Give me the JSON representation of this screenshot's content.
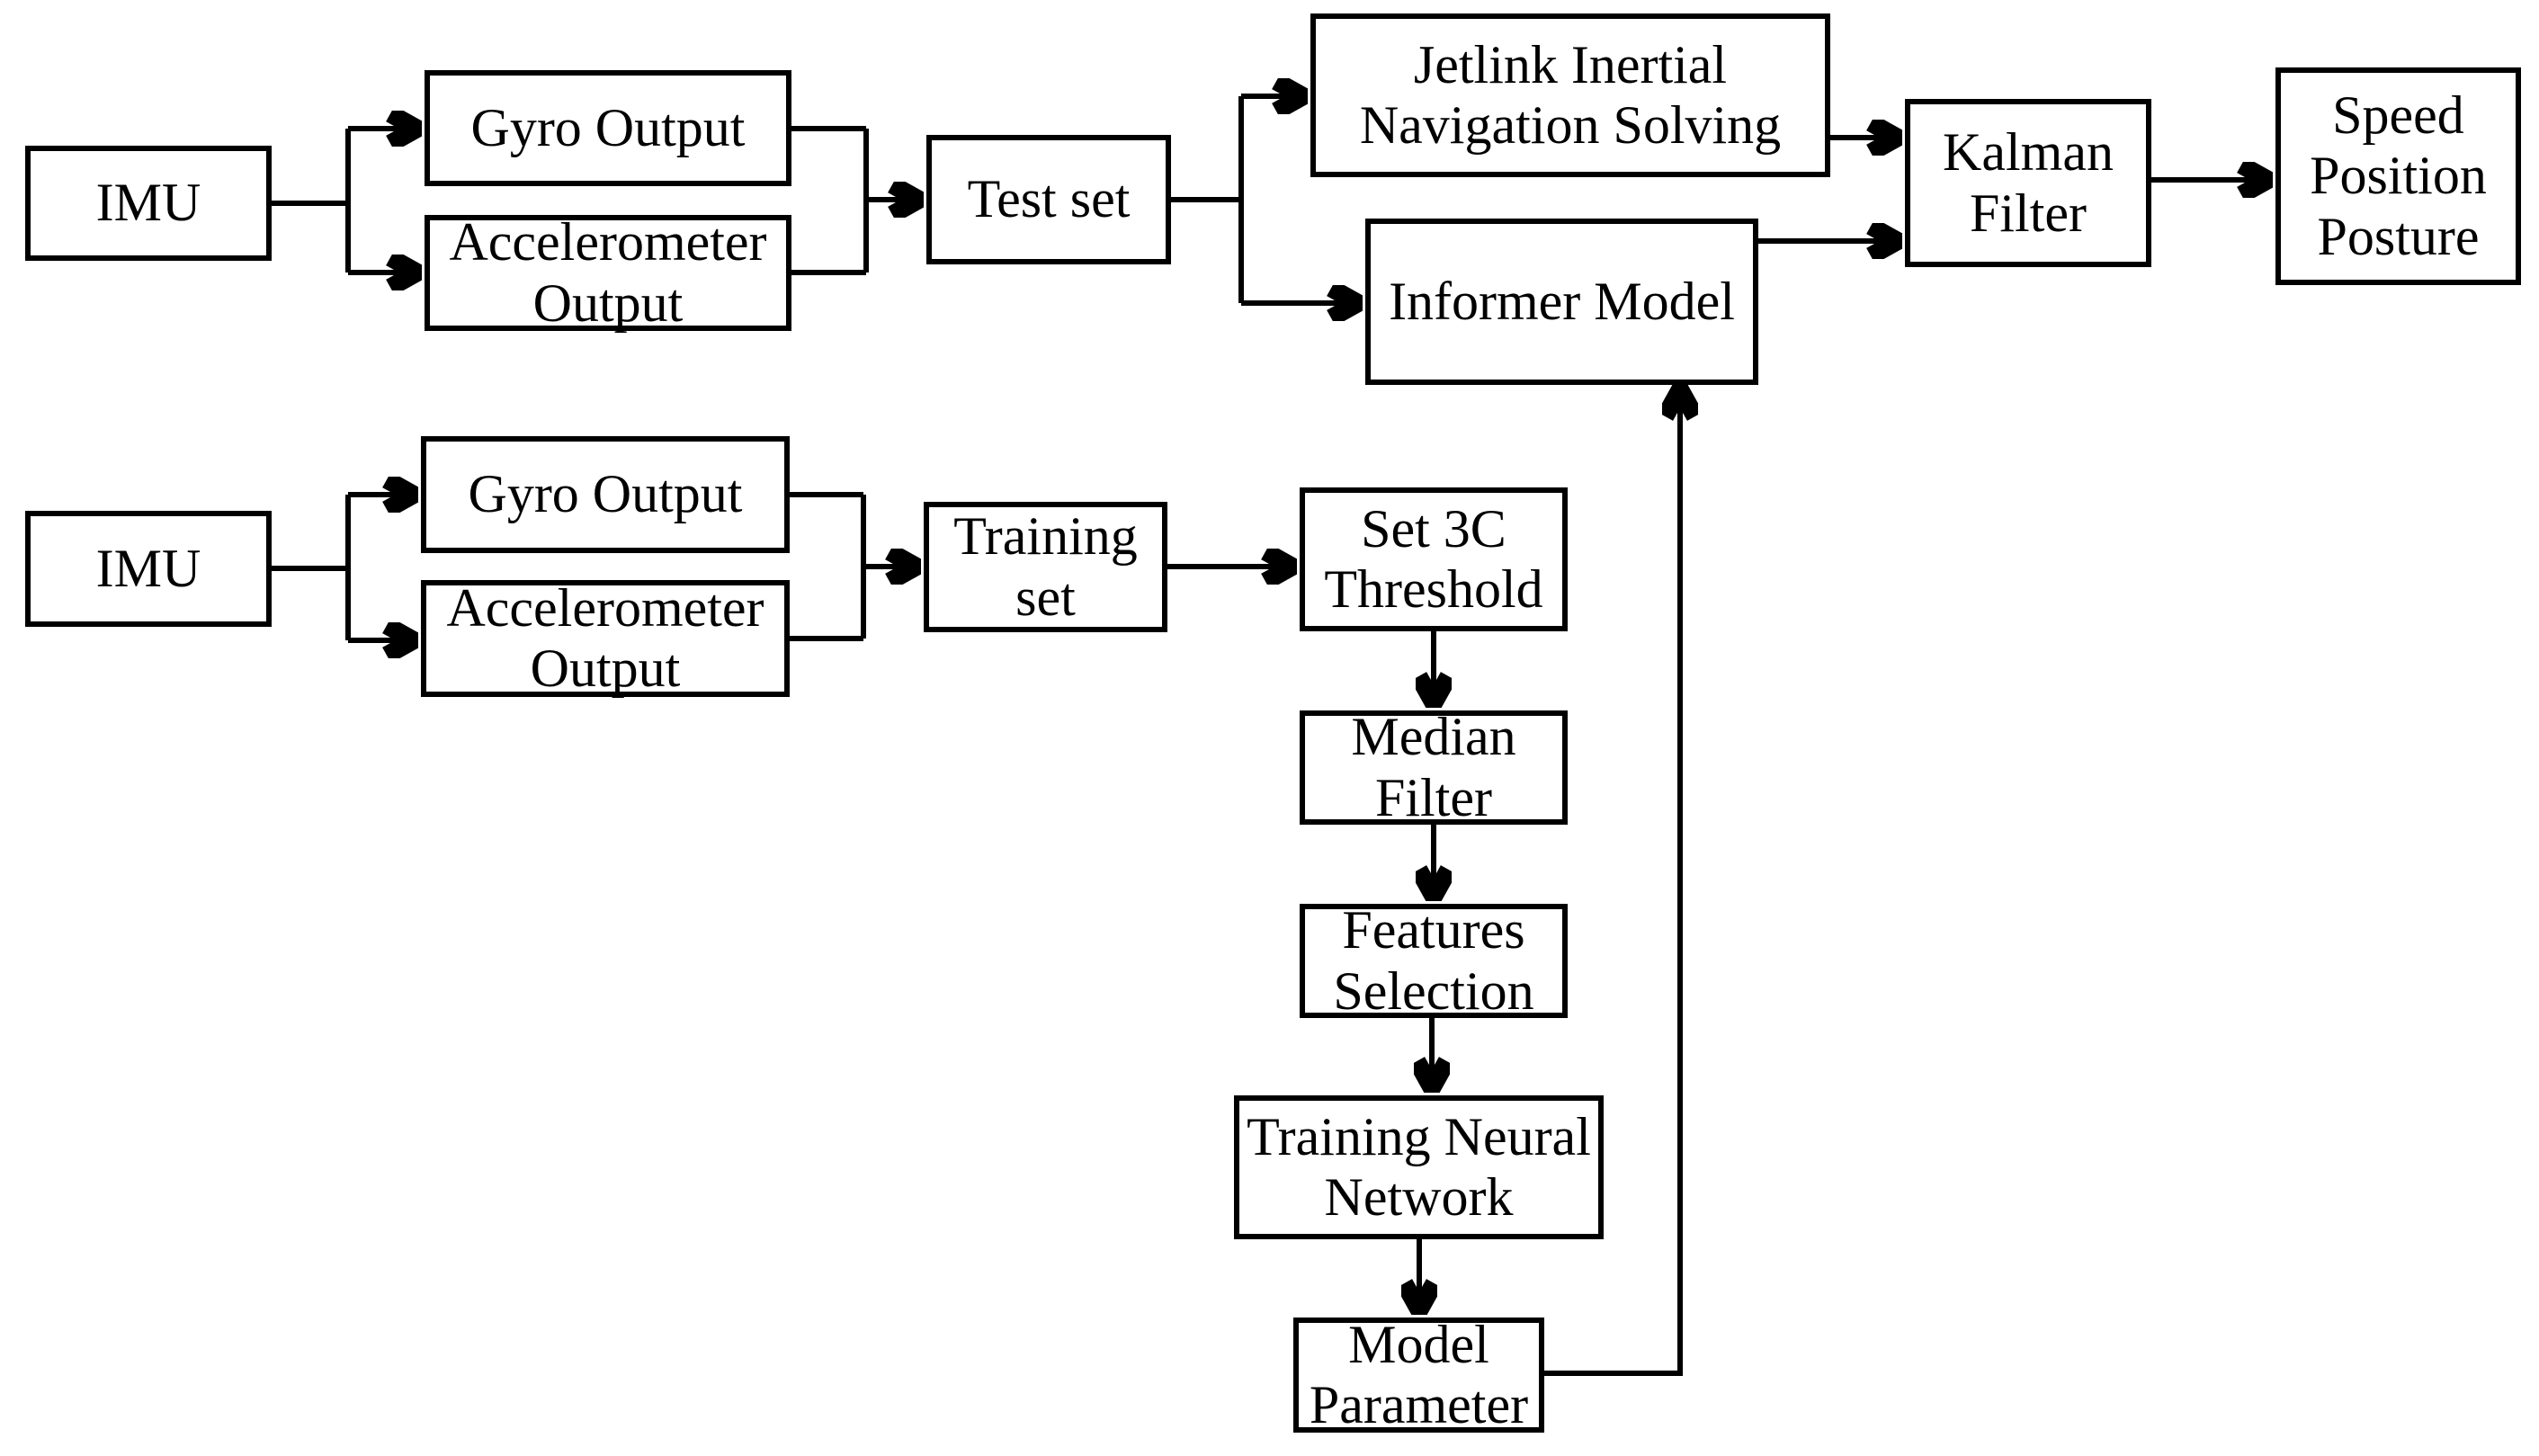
{
  "diagram": {
    "title": "IMU / Informer navigation data-flow diagram",
    "background_color": "#ffffff",
    "line_color": "#000000",
    "nodes": {
      "imu_top": {
        "label": "IMU"
      },
      "gyro_top": {
        "label": "Gyro Output"
      },
      "accel_top": {
        "label": "Accelerometer\nOutput"
      },
      "test_set": {
        "label": "Test set"
      },
      "jetlink": {
        "label": "Jetlink Inertial\nNavigation Solving"
      },
      "informer": {
        "label": "Informer Model"
      },
      "kalman": {
        "label": "Kalman\nFilter"
      },
      "speed": {
        "label": "Speed\nPosition\nPosture"
      },
      "imu_bottom": {
        "label": "IMU"
      },
      "gyro_bottom": {
        "label": "Gyro Output"
      },
      "accel_bottom": {
        "label": "Accelerometer\nOutput"
      },
      "training_set": {
        "label": "Training\nset"
      },
      "set3c": {
        "label": "Set 3C\nThreshold"
      },
      "median": {
        "label": "Median\nFilter"
      },
      "features": {
        "label": "Features\nSelection"
      },
      "tnn": {
        "label": "Training Neural\nNetwork"
      },
      "model_param": {
        "label": "Model\nParameter"
      }
    },
    "edges": [
      {
        "from": "imu_top",
        "to": "gyro_top",
        "arrow": true
      },
      {
        "from": "imu_top",
        "to": "accel_top",
        "arrow": true
      },
      {
        "from": "gyro_top",
        "to": "test_set",
        "arrow": true
      },
      {
        "from": "accel_top",
        "to": "test_set",
        "arrow": true
      },
      {
        "from": "test_set",
        "to": "jetlink",
        "arrow": true
      },
      {
        "from": "test_set",
        "to": "informer",
        "arrow": true
      },
      {
        "from": "jetlink",
        "to": "kalman",
        "arrow": true
      },
      {
        "from": "informer",
        "to": "kalman",
        "arrow": true
      },
      {
        "from": "kalman",
        "to": "speed",
        "arrow": true
      },
      {
        "from": "imu_bottom",
        "to": "gyro_bottom",
        "arrow": true
      },
      {
        "from": "imu_bottom",
        "to": "accel_bottom",
        "arrow": true
      },
      {
        "from": "gyro_bottom",
        "to": "training_set",
        "arrow": true
      },
      {
        "from": "accel_bottom",
        "to": "training_set",
        "arrow": true
      },
      {
        "from": "training_set",
        "to": "set3c",
        "arrow": true
      },
      {
        "from": "set3c",
        "to": "median",
        "arrow": true
      },
      {
        "from": "median",
        "to": "features",
        "arrow": true
      },
      {
        "from": "features",
        "to": "tnn",
        "arrow": true
      },
      {
        "from": "tnn",
        "to": "model_param",
        "arrow": true
      },
      {
        "from": "model_param",
        "to": "informer",
        "arrow": true
      }
    ]
  }
}
